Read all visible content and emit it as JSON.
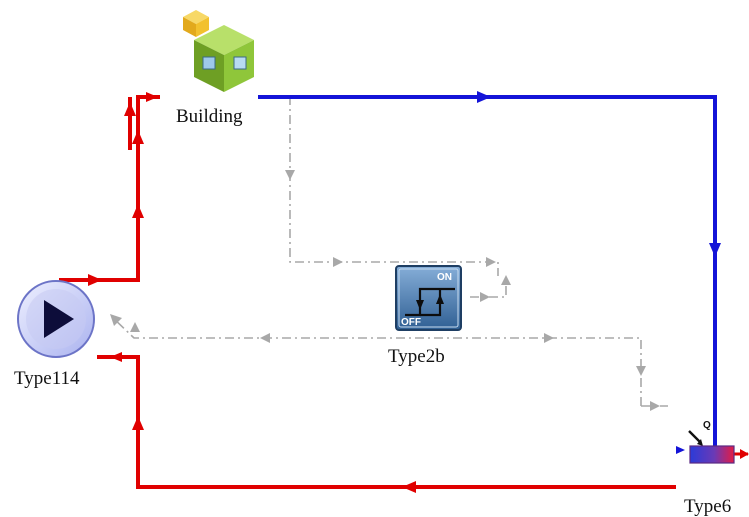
{
  "diagram": {
    "components": {
      "building": {
        "label": "Building",
        "icon": "building-cube-icon"
      },
      "pump": {
        "label": "Type114",
        "icon": "pump-play-icon"
      },
      "controller": {
        "label": "Type2b",
        "icon": "on-off-controller-icon",
        "on_text": "ON",
        "off_text": "OFF"
      },
      "heater": {
        "label": "Type6",
        "icon": "auxiliary-heater-icon",
        "q_text": "Q"
      }
    },
    "colors": {
      "hot_line": "#e00000",
      "cold_line": "#1414d8",
      "control_line": "#a8a8a8",
      "cube_green": "#8fc63a",
      "cube_yellow": "#f2c12e",
      "pump_body": "#c7cbf3",
      "controller_body": "#4e84b8"
    }
  }
}
